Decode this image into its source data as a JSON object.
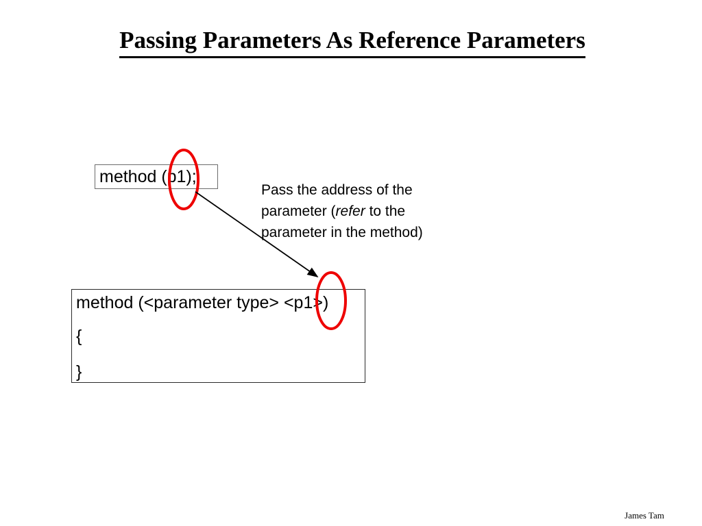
{
  "slide": {
    "title": "Passing Parameters As Reference Parameters",
    "background_color": "#ffffff",
    "footer_credit": "James Tam"
  },
  "call_box": {
    "code": "method (p1);",
    "border_color": "#6b6b6b"
  },
  "definition_box": {
    "lines": [
      "method (<parameter type> <p1>)",
      "{",
      "}"
    ],
    "border_color": "#2a2a2a"
  },
  "annotation": {
    "line1": "Pass the address of the",
    "line2_prefix": "parameter (",
    "line2_emphasis": "refer",
    "line2_suffix": " to the",
    "line3": "parameter in the method)"
  },
  "highlights": {
    "color": "#ee0000",
    "call_param_label": "p1",
    "definition_param_label": "<p1"
  },
  "arrow": {
    "color": "#000000",
    "from_label": "call-site parameter",
    "to_label": "definition parameter"
  }
}
